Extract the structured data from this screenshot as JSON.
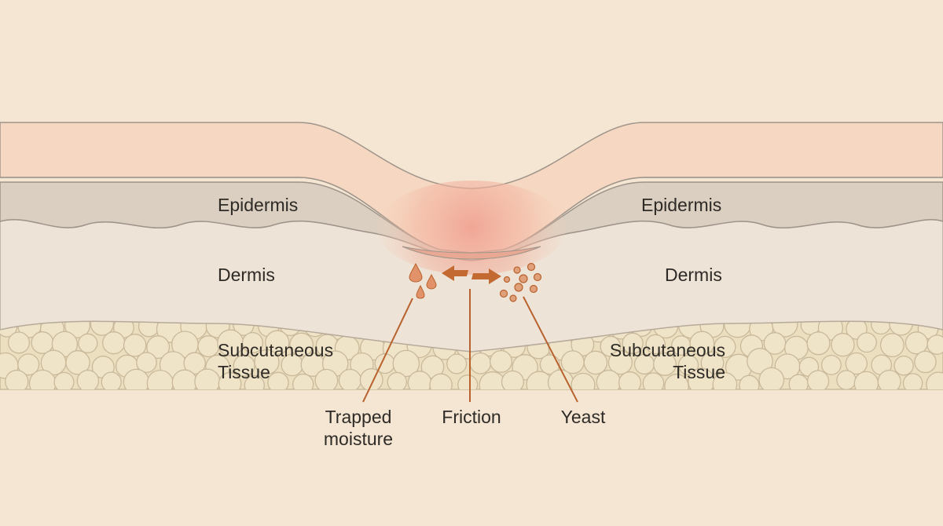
{
  "labels": {
    "epidermis_left": "Epidermis",
    "epidermis_right": "Epidermis",
    "dermis_left": "Dermis",
    "dermis_right": "Dermis",
    "subcutaneous_left": [
      "Subcutaneous",
      "Tissue"
    ],
    "subcutaneous_right": [
      "Subcutaneous",
      "Tissue"
    ]
  },
  "callouts": {
    "trapped_moisture": [
      "Trapped",
      "moisture"
    ],
    "friction": "Friction",
    "yeast": "Yeast"
  },
  "colors": {
    "background": "#f4e6d3",
    "skin_surface": "#f6d8c2",
    "epidermis": "#dbcfc1",
    "dermis": "#ede3d7",
    "subcutaneous": "#ecdfc0",
    "fat_cell_outline": "#c9b99a",
    "inflammation": "#f0a090",
    "callout": "#b8622e",
    "outline": "#9e948a"
  },
  "icons": [
    "water-drop-icon",
    "double-arrow-icon",
    "yeast-cells-icon"
  ]
}
